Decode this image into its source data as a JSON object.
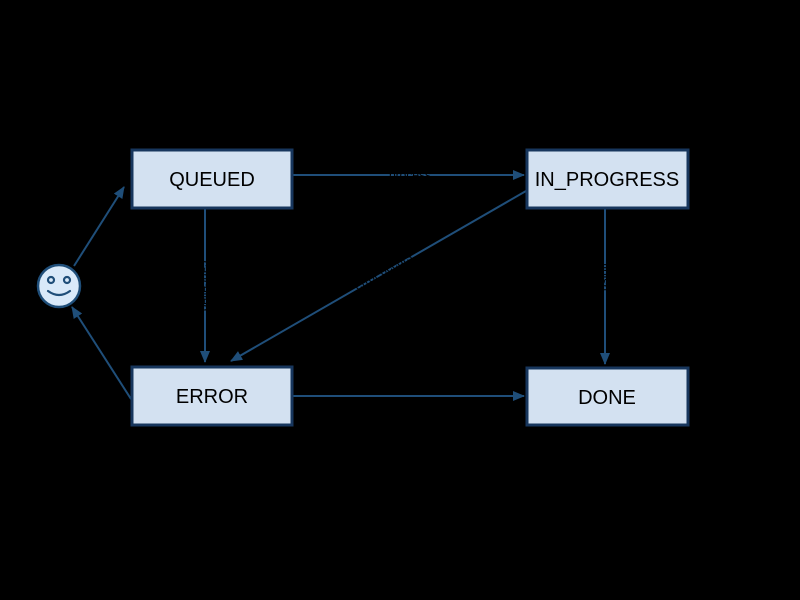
{
  "diagram": {
    "type": "state-diagram",
    "background": "#000000",
    "colors": {
      "node_fill": "#d3e1f1",
      "node_border": "#17365d",
      "node_text": "#000000",
      "edge": "#1f4e79",
      "edge_label_text": "#000000",
      "smiley_fill": "#d9e9f9"
    },
    "nodes": {
      "queued": {
        "label": "QUEUED"
      },
      "in_progress": {
        "label": "IN_PROGRESS"
      },
      "error": {
        "label": "ERROR"
      },
      "done": {
        "label": "DONE"
      },
      "start": {
        "shape": "smiley-face",
        "label": ""
      }
    },
    "edges": {
      "start_to_queued": {
        "from": "start",
        "to": "queued",
        "label": ""
      },
      "queued_to_in_progress": {
        "from": "queued",
        "to": "in_progress",
        "label": "process"
      },
      "queued_to_error": {
        "from": "queued",
        "to": "error",
        "label": "cancelled"
      },
      "in_progress_to_error": {
        "from": "in_progress",
        "to": "error",
        "label": "error occurs"
      },
      "in_progress_to_done": {
        "from": "in_progress",
        "to": "done",
        "label": "finish"
      },
      "error_to_done": {
        "from": "error",
        "to": "done",
        "label": ""
      },
      "error_to_start": {
        "from": "error",
        "to": "start",
        "label": ""
      }
    }
  }
}
